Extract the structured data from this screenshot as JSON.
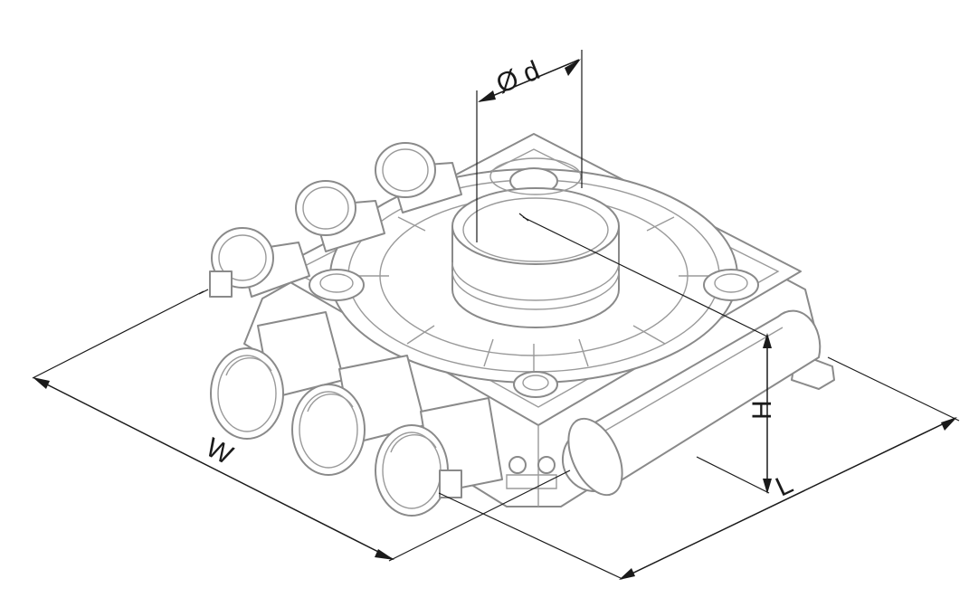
{
  "labels": {
    "diameter": "Ø d",
    "width": "W",
    "height": "H",
    "length": "L"
  },
  "colors": {
    "background": "#ffffff",
    "line_art": "#8a8a8a",
    "dimension": "#1a1a1a"
  }
}
